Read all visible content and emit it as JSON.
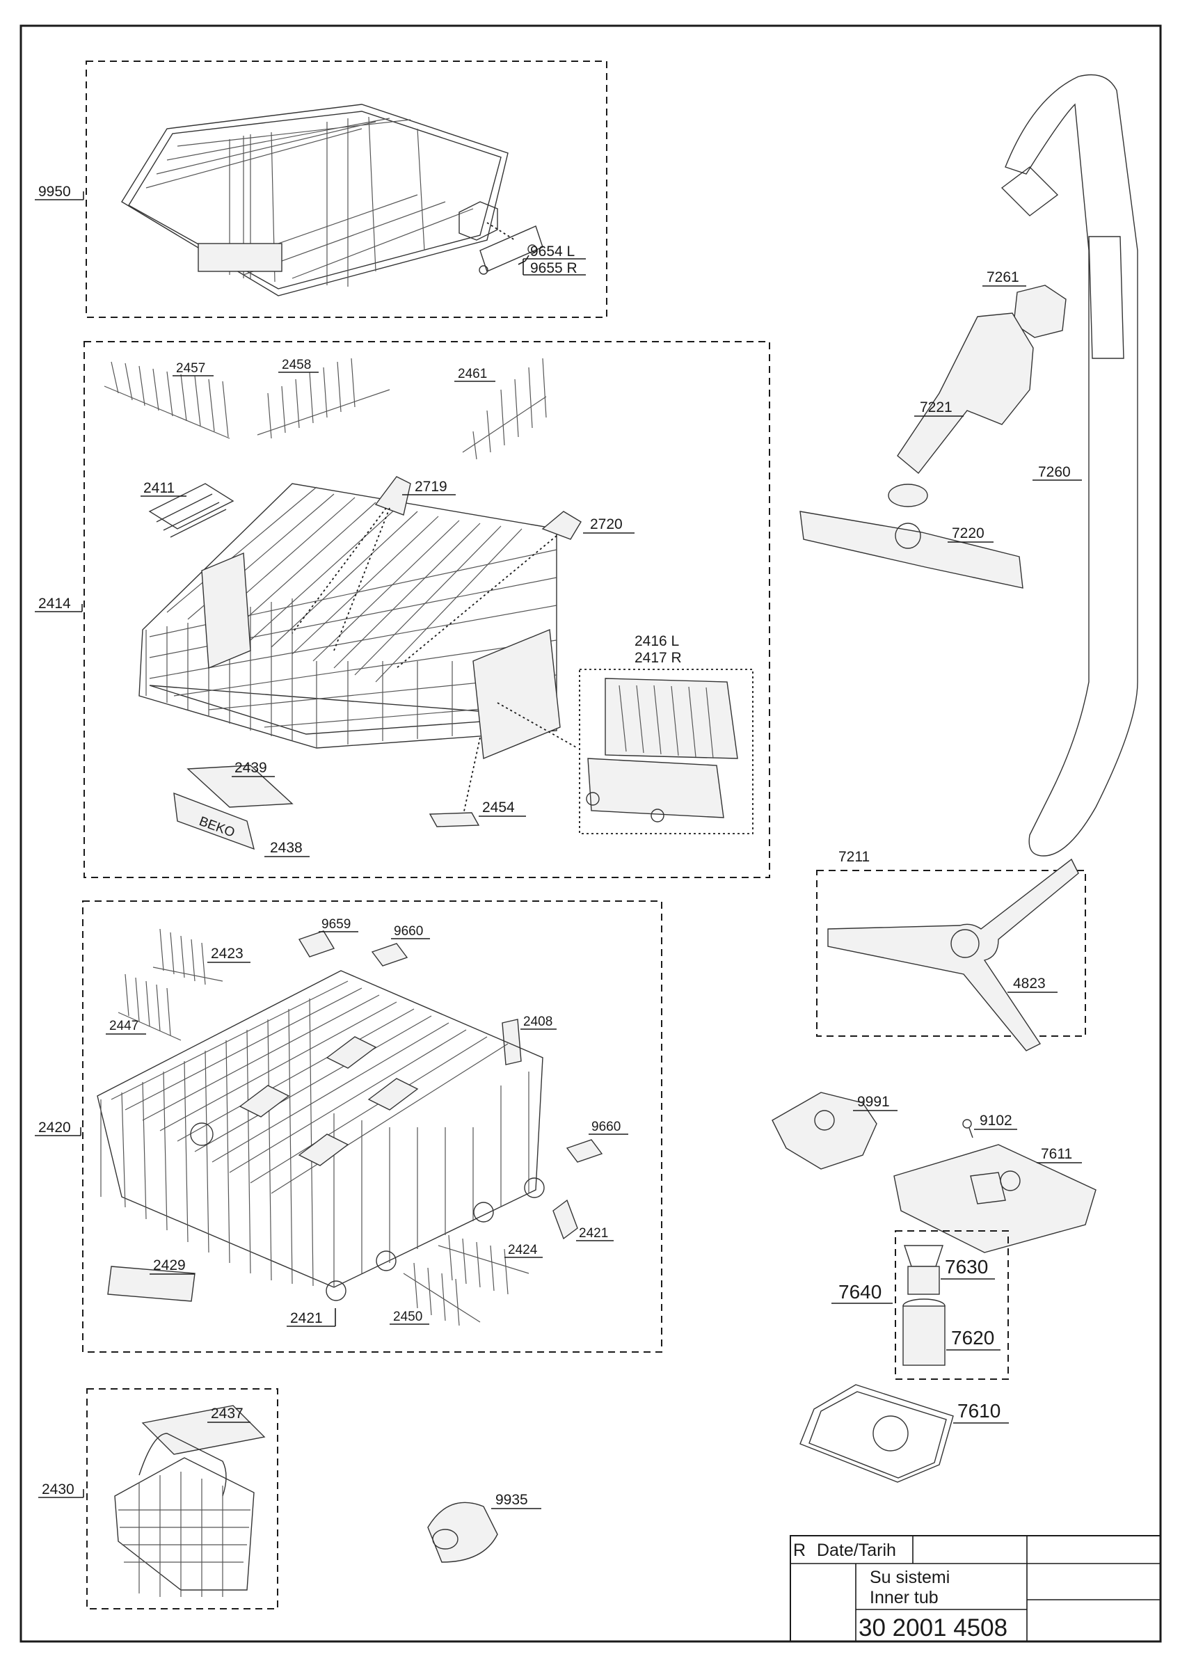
{
  "labels": {
    "l9950": "9950",
    "l9654": "9654 L",
    "l9655": "9655 R",
    "l2414": "2414",
    "l2457": "2457",
    "l2458": "2458",
    "l2461": "2461",
    "l2411": "2411",
    "l2719": "2719",
    "l2720": "2720",
    "l2416": "2416 L",
    "l2417": "2417 R",
    "l2439": "2439",
    "l2454": "2454",
    "l2438": "2438",
    "l2420": "2420",
    "l2423": "2423",
    "l9659": "9659",
    "l9660a": "9660",
    "l2447": "2447",
    "l2408": "2408",
    "l9660b": "9660",
    "l2421a": "2421",
    "l2424": "2424",
    "l2429": "2429",
    "l2421b": "2421",
    "l2450": "2450",
    "l2430": "2430",
    "l2437": "2437",
    "l9935": "9935",
    "l7261": "7261",
    "l7221": "7221",
    "l7260": "7260",
    "l7220": "7220",
    "l7211": "7211",
    "l4823": "4823",
    "l9991": "9991",
    "l9102": "9102",
    "l7611": "7611",
    "l7630": "7630",
    "l7640": "7640",
    "l7620": "7620",
    "l7610": "7610"
  },
  "brand_text": "BEKO",
  "title_block": {
    "rev": "R",
    "date": "Date/Tarih",
    "name_tr": "Su sistemi",
    "name_en": "Inner tub",
    "doc_no": "30 2001 4508"
  }
}
